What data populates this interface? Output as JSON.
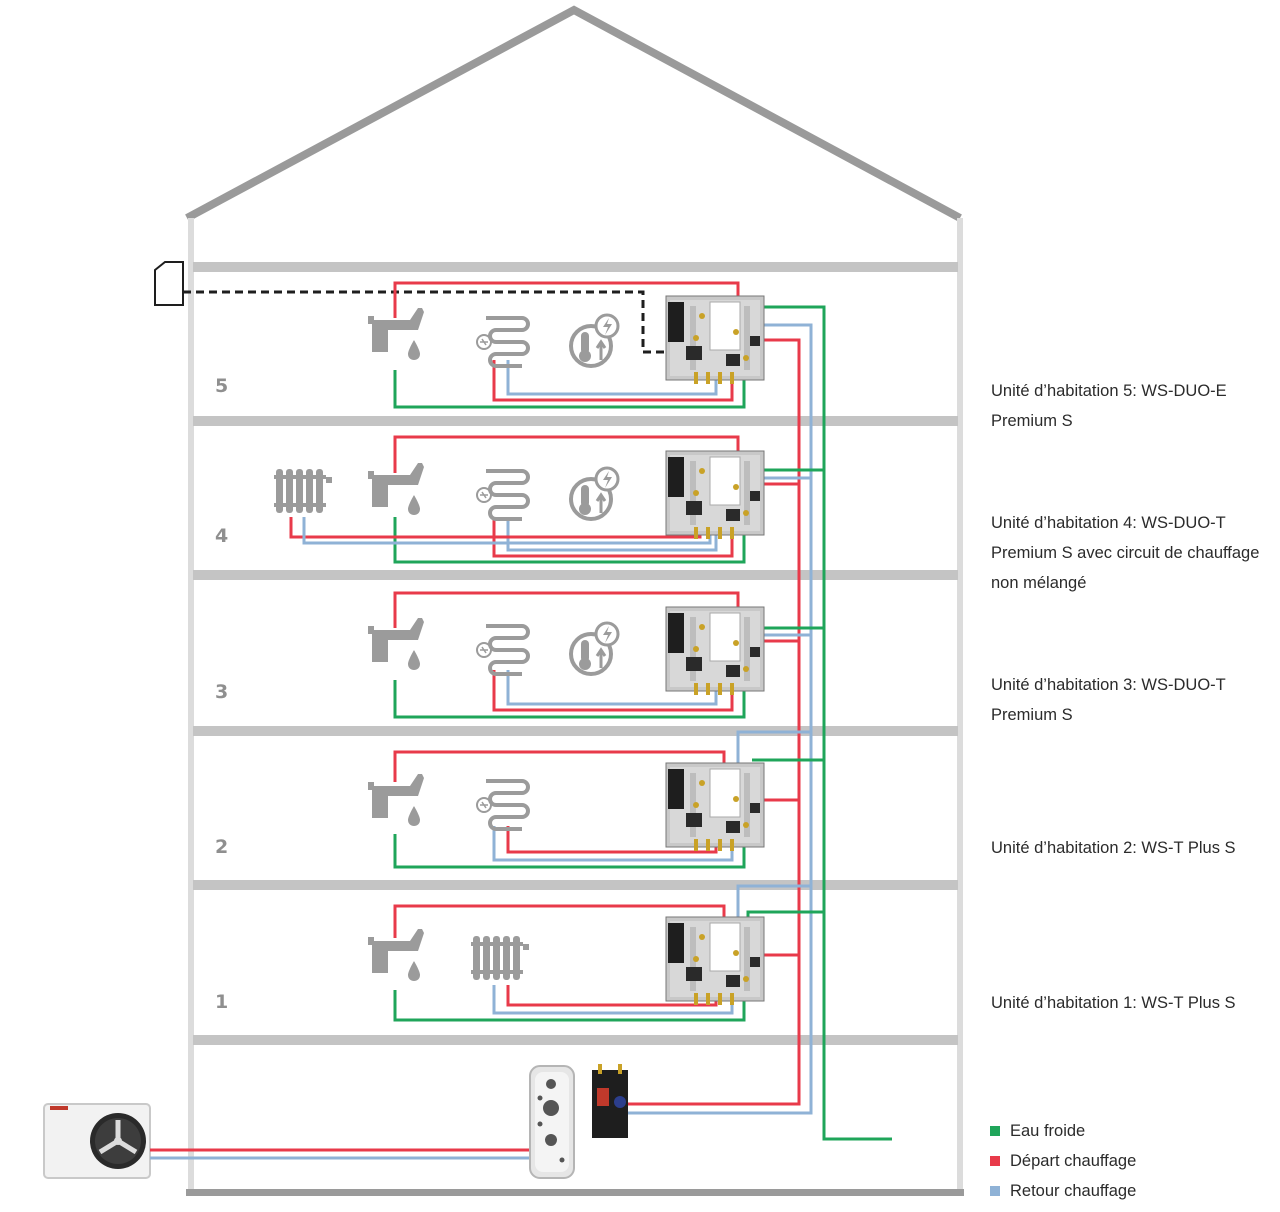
{
  "colors": {
    "cold_water": "#1fa55a",
    "flow": "#e83a4a",
    "return": "#8fb2d6",
    "structure": "#9a9a9a",
    "icon": "#9b9b9b",
    "text": "#2b2b2b"
  },
  "floors": [
    {
      "number": "5",
      "label_lines": [
        "Unité d’habitation 5: WS-DUO-E",
        "Premium S"
      ]
    },
    {
      "number": "4",
      "label_lines": [
        "Unité d’habitation 4: WS-DUO-T",
        "Premium S avec circuit de chauffage",
        "non mélangé"
      ]
    },
    {
      "number": "3",
      "label_lines": [
        "Unité d’habitation 3: WS-DUO-T",
        "Premium S"
      ]
    },
    {
      "number": "2",
      "label_lines": [
        "Unité d’habitation 2: WS-T Plus S"
      ]
    },
    {
      "number": "1",
      "label_lines": [
        "Unité d’habitation 1: WS-T Plus S"
      ]
    }
  ],
  "legend": [
    {
      "label": "Eau froide",
      "color": "#1fa55a"
    },
    {
      "label": "Départ chauffage",
      "color": "#e83a4a"
    },
    {
      "label": "Retour chauffage",
      "color": "#8fb2d6"
    }
  ],
  "icons": {
    "tap": "tap-water-icon",
    "floor_heating": "underfloor-heating-icon",
    "thermometer": "electric-heating-thermometer-icon",
    "radiator": "radiator-icon",
    "station": "heat-interface-unit-icon",
    "heat_pump": "heat-pump-icon",
    "buffer_tank": "buffer-tank-icon",
    "pump_group": "pump-group-icon",
    "controller": "controller-icon"
  }
}
